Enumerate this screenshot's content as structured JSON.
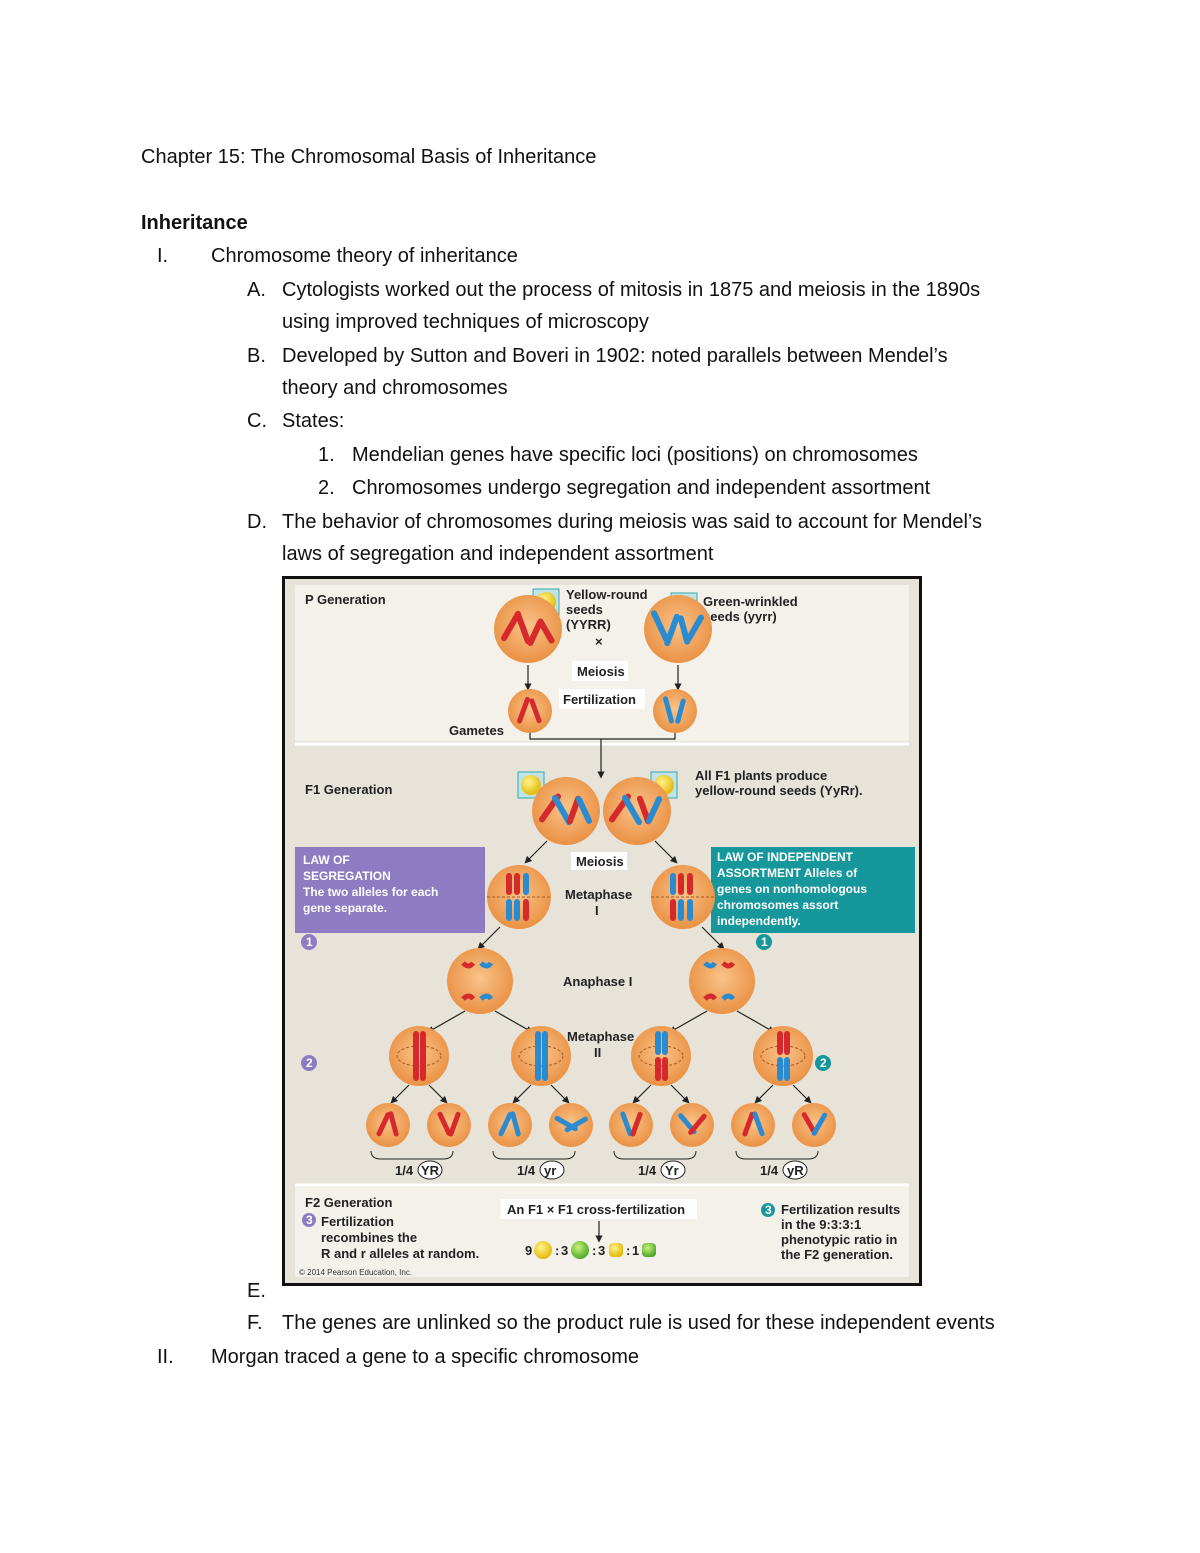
{
  "title": "Chapter 15: The Chromosomal Basis of Inheritance",
  "heading": "Inheritance",
  "outline": {
    "I": {
      "marker": "I.",
      "text": "Chromosome theory of inheritance",
      "A": {
        "marker": "A.",
        "line1": "Cytologists worked out the process of mitosis in 1875 and meiosis in the 1890s",
        "line2": "using improved techniques of microscopy"
      },
      "B": {
        "marker": "B.",
        "line1": "Developed by Sutton and Boveri in 1902: noted parallels between Mendel’s",
        "line2": "theory and chromosomes"
      },
      "C": {
        "marker": "C.",
        "text": "States:",
        "items": [
          {
            "marker": "1.",
            "text": "Mendelian genes have specific loci (positions) on chromosomes"
          },
          {
            "marker": "2.",
            "text": "Chromosomes undergo segregation and independent assortment"
          }
        ]
      },
      "D": {
        "marker": "D.",
        "line1": "The behavior of chromosomes during meiosis was said to account for Mendel’s",
        "line2": "laws of segregation and independent assortment"
      },
      "E": {
        "marker": "E."
      },
      "F": {
        "marker": "F.",
        "text": "The genes are unlinked so the product rule is used for these independent events"
      }
    },
    "II": {
      "marker": "II.",
      "text": "Morgan traced a gene to a specific chromosome"
    }
  },
  "figure": {
    "p_generation": "P Generation",
    "yellow_round_1": "Yellow-round",
    "yellow_round_2": "seeds",
    "yellow_round_3": "(YYRR)",
    "cross": "×",
    "green_wrinkled_1": "Green-wrinkled",
    "green_wrinkled_2": "seeds (yyrr)",
    "meiosis": "Meiosis",
    "fertilization": "Fertilization",
    "gametes": "Gametes",
    "f1_generation": "F1 Generation",
    "f1_note_1": "All F1 plants produce",
    "f1_note_2": "yellow-round seeds (YyRr).",
    "law_seg_1": "LAW OF",
    "law_seg_2": "SEGREGATION",
    "law_seg_3": "The two alleles for each",
    "law_seg_4": "gene separate.",
    "law_ind_1": "LAW OF INDEPENDENT",
    "law_ind_2": "ASSORTMENT Alleles of",
    "law_ind_3": "genes on nonhomologous",
    "law_ind_4": "chromosomes assort",
    "law_ind_5": "independently.",
    "meiosis2": "Meiosis",
    "metaphase_i_1": "Metaphase",
    "metaphase_i_2": "I",
    "anaphase_i": "Anaphase I",
    "metaphase_ii_1": "Metaphase",
    "metaphase_ii_2": "II",
    "step1": "1",
    "step2": "2",
    "step3": "3",
    "gamete_labels": [
      {
        "frac": "1/4",
        "geno": "YR"
      },
      {
        "frac": "1/4",
        "geno": "yr"
      },
      {
        "frac": "1/4",
        "geno": "Yr"
      },
      {
        "frac": "1/4",
        "geno": "yR"
      }
    ],
    "f2_generation": "F2 Generation",
    "f2_fert_1": "Fertilization",
    "f2_fert_2": "recombines the",
    "f2_fert_3": "R and r alleles at random.",
    "cross_fert": "An F1 × F1 cross-fertilization",
    "ratio": {
      "a": "9",
      "b": "3",
      "c": "3",
      "d": "1"
    },
    "result_1": "Fertilization results",
    "result_2": "in the 9:3:3:1",
    "result_3": "phenotypic ratio in",
    "result_4": "the F2 generation.",
    "copyright": "© 2014 Pearson Education, Inc.",
    "colors": {
      "cell": "#f2a35a",
      "maternal": "#d6292c",
      "paternal": "#2b8bd1",
      "seg_box": "#8e7cc3",
      "ind_box": "#16979c",
      "yellow_seed": "#f2d21a",
      "green_seed": "#7ccf3b",
      "panel": "#e7e3d8",
      "panel_light": "#f3f1ea"
    }
  }
}
